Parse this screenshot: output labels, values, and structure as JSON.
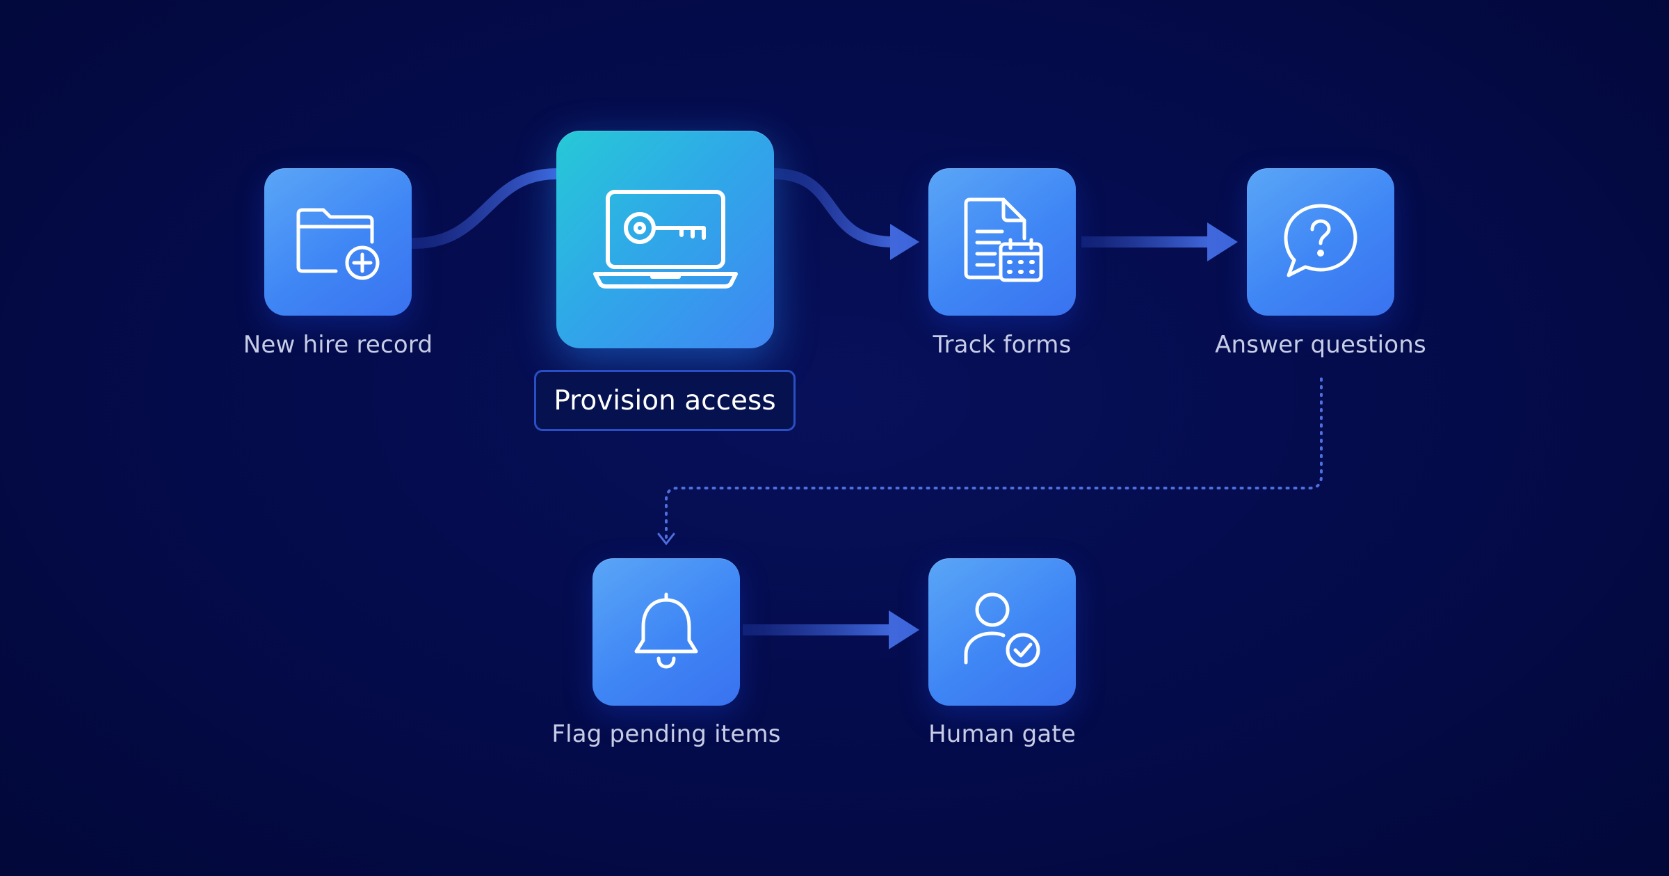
{
  "diagram": {
    "steps": [
      {
        "id": "new-hire-record",
        "label": "New hire record",
        "icon": "folder-plus-icon"
      },
      {
        "id": "provision-access",
        "label": "Provision access",
        "icon": "laptop-key-icon",
        "active": true
      },
      {
        "id": "track-forms",
        "label": "Track forms",
        "icon": "document-calendar-icon"
      },
      {
        "id": "answer-questions",
        "label": "Answer questions",
        "icon": "question-bubble-icon"
      },
      {
        "id": "flag-pending-items",
        "label": "Flag pending items",
        "icon": "bell-icon"
      },
      {
        "id": "human-gate",
        "label": "Human gate",
        "icon": "user-check-icon"
      }
    ],
    "colors": {
      "background": "#030a45",
      "tile": "#3f86f5",
      "active_tile_start": "#26c9d6",
      "connector": "#3a5fd0",
      "label_text": "#c7cde6"
    }
  }
}
